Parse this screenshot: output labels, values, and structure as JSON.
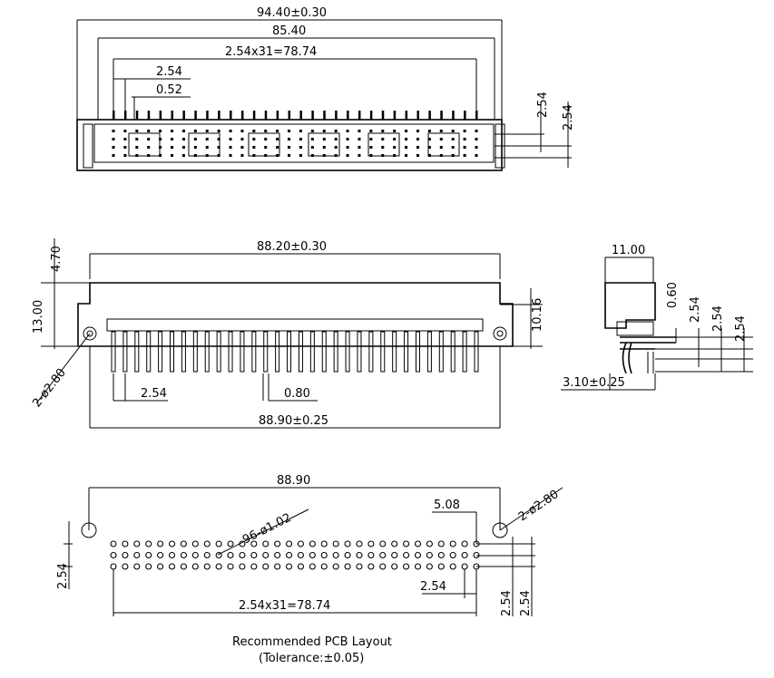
{
  "top_view": {
    "dims": {
      "overall": "94.40±0.30",
      "inner": "85.40",
      "pin_span": "2.54x31=78.74",
      "pitch": "2.54",
      "pin_width": "0.52",
      "row_pitch_a": "2.54",
      "row_pitch_b": "2.54"
    }
  },
  "front_view": {
    "dims": {
      "top_width": "88.20±0.30",
      "flange_height": "4.70",
      "total_height": "13.00",
      "body_height": "10.16",
      "hole": "2-ø2.80",
      "pitch": "2.54",
      "pin_width": "0.80",
      "hole_span": "88.90±0.25"
    }
  },
  "side_view": {
    "dims": {
      "depth": "11.00",
      "pin_thickness": "0.60",
      "row_a": "2.54",
      "row_b": "2.54",
      "row_c": "2.54",
      "offset": "3.10±0.25"
    }
  },
  "pcb_layout": {
    "dims": {
      "hole_span": "88.90",
      "edge_offset": "5.08",
      "mount_hole": "2-ø2.80",
      "pin_holes": "96-ø1.02",
      "row_pitch_left": "2.54",
      "pitch": "2.54",
      "pin_span": "2.54x31=78.74",
      "row_pitch_r1": "2.54",
      "row_pitch_r2": "2.54"
    },
    "caption": "Recommended PCB Layout",
    "tolerance": "(Tolerance:±0.05)"
  }
}
